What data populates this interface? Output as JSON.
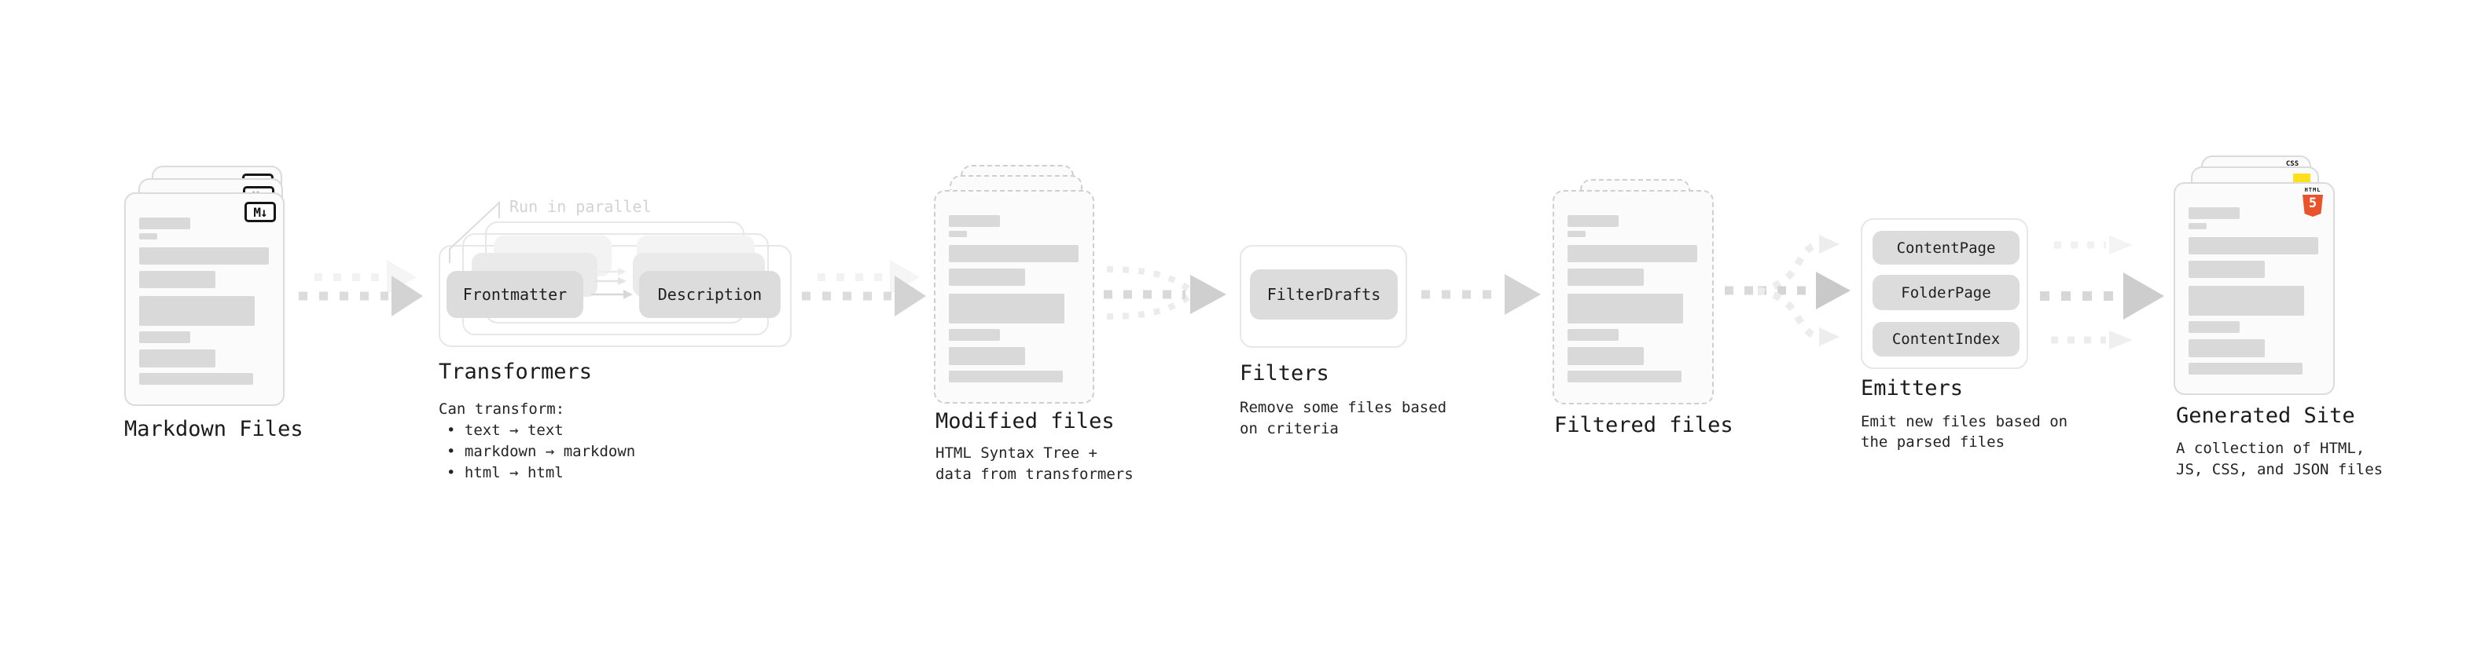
{
  "sections": {
    "markdown_files": {
      "title": "Markdown Files",
      "icon_label": "M↓"
    },
    "transformers": {
      "title": "Transformers",
      "annotation": "Run in parallel",
      "box1": "Frontmatter",
      "box2": "Description",
      "desc": [
        "Can transform:",
        "• text → text",
        "• markdown → markdown",
        "• html → html"
      ]
    },
    "modified_files": {
      "title": "Modified files",
      "desc": [
        "HTML Syntax Tree +",
        "data from transformers"
      ]
    },
    "filters": {
      "title": "Filters",
      "box1": "FilterDrafts",
      "desc": [
        "Remove some files based",
        "on criteria"
      ]
    },
    "filtered_files": {
      "title": "Filtered files"
    },
    "emitters": {
      "title": "Emitters",
      "box1": "ContentPage",
      "box2": "FolderPage",
      "box3": "ContentIndex",
      "desc": [
        "Emit new files based on",
        "the parsed files"
      ]
    },
    "generated_site": {
      "title": "Generated Site",
      "css_icon": "CSS",
      "html_icon_top": "HTML",
      "html_icon_number": "5",
      "desc": [
        "A collection of HTML,",
        "JS, CSS, and JSON files"
      ]
    }
  },
  "colors": {
    "accent_orange": "#e8532c",
    "accent_yellow": "#ffe01a",
    "accent_blue": "#2c65f1",
    "bar_gray": "#d9d9d9",
    "arrow_gray": "#d3d3d3"
  }
}
